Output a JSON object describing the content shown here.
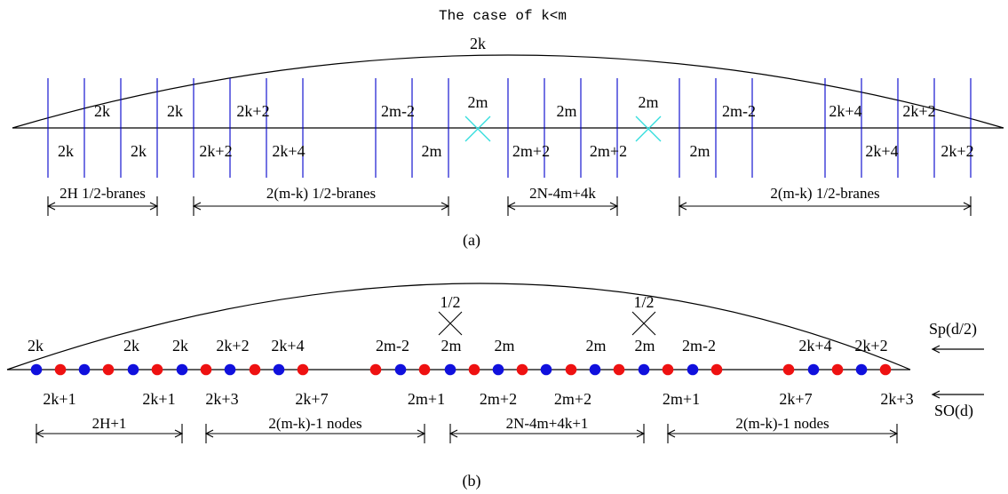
{
  "title": "The case of k<m",
  "colors": {
    "line": "#000000",
    "brane": "#0000cc",
    "cross_a": "#33dddd",
    "dot_blue": "#1010dd",
    "dot_red": "#ee1111"
  },
  "panel_a": {
    "caption": "(a)",
    "arc_label": "2k",
    "upper_labels": [
      "2k",
      "2k",
      "2k+2",
      "2m-2",
      "2m",
      "2m",
      "2m",
      "2m-2",
      "2k+4",
      "2k+2"
    ],
    "lower_labels": [
      "2k",
      "2k",
      "2k+2",
      "2k+4",
      "2m",
      "2m+2",
      "2m+2",
      "2m",
      "2k+4",
      "2k+2"
    ],
    "brackets": [
      "2H  1/2-branes",
      "2(m-k)  1/2-branes",
      "2N-4m+4k",
      "2(m-k)  1/2-branes"
    ]
  },
  "panel_b": {
    "caption": "(b)",
    "half_labels": [
      "1/2",
      "1/2"
    ],
    "upper_labels": [
      "2k",
      "2k",
      "2k",
      "2k+2",
      "2k+4",
      "2m-2",
      "2m",
      "2m",
      "2m",
      "2m",
      "2m-2",
      "2k+4",
      "2k+2"
    ],
    "lower_labels": [
      "2k+1",
      "2k+1",
      "2k+3",
      "2k+7",
      "2m+1",
      "2m+2",
      "2m+2",
      "2m+1",
      "2k+7",
      "2k+3"
    ],
    "brackets": [
      "2H+1",
      "2(m-k)-1 nodes",
      "2N-4m+4k+1",
      "2(m-k)-1 nodes"
    ],
    "sp_label": "Sp(d/2)",
    "so_label": "SO(d)"
  }
}
